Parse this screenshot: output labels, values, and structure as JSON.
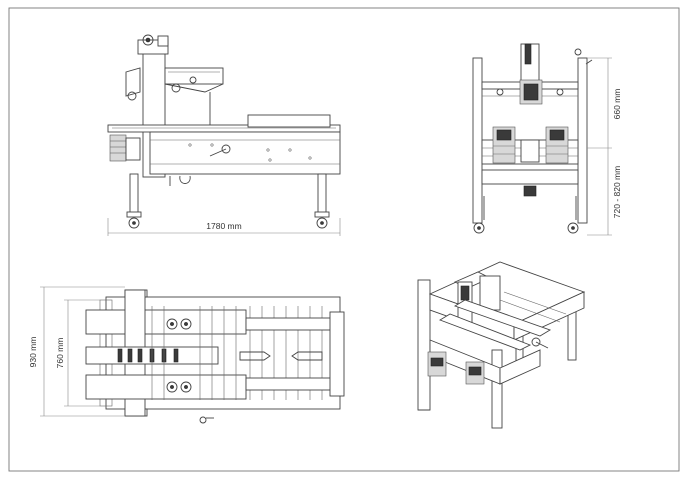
{
  "drawing": {
    "views": {
      "side": {
        "dimensions": {
          "length": "1780 mm"
        }
      },
      "front": {
        "dimensions": {
          "upper": "660 mm",
          "lower": "720 - 820 mm"
        }
      },
      "top": {
        "dimensions": {
          "outer": "930 mm",
          "inner": "760 mm"
        }
      },
      "iso": {}
    }
  }
}
